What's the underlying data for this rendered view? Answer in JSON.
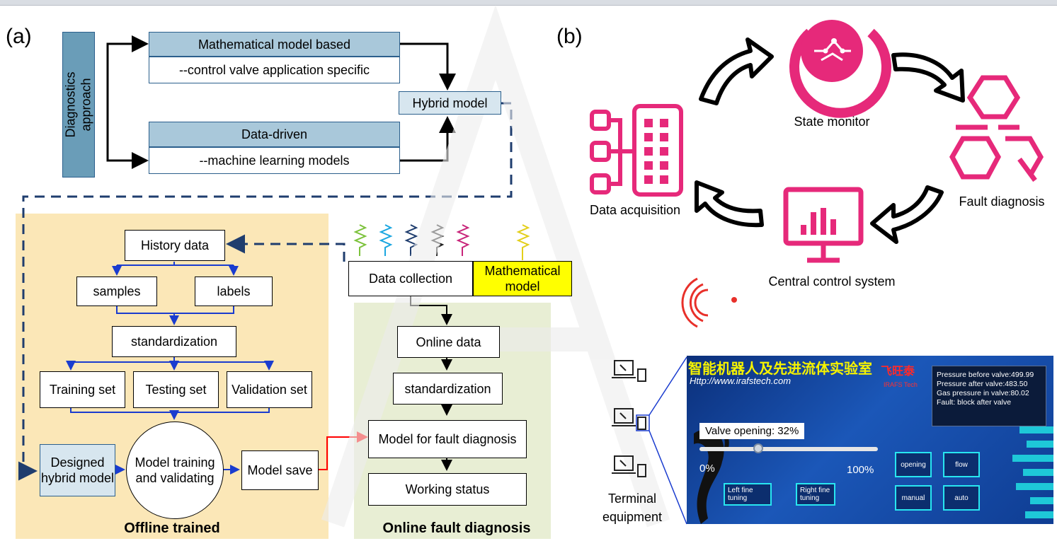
{
  "panels": {
    "a": "(a)",
    "b": "(b)"
  },
  "colors": {
    "blue_box": "#a9c8da",
    "light_blue_box": "#d7e6ef",
    "offline_bg": "#fbe7b7",
    "online_bg": "#e8eed4",
    "yellow": "#ffff00",
    "magenta": "#e6297a",
    "dashed_line": "#1f3d6e",
    "arrow_blue": "#1a3ccf",
    "arrow_red": "#ff0000"
  },
  "approach": {
    "side_label": "Diagnostics approach",
    "math_title": "Mathematical model based",
    "math_sub": "--control valve application specific",
    "hybrid": "Hybrid model",
    "data_title": "Data-driven",
    "data_sub": "--machine learning models"
  },
  "offline": {
    "history": "History data",
    "samples": "samples",
    "labels": "labels",
    "standardization": "standardization",
    "training": "Training set",
    "testing": "Testing set",
    "validation": "Validation set",
    "designed": "Designed hybrid model",
    "model_training": "Model training and validating",
    "model_save": "Model save",
    "caption": "Offline trained"
  },
  "online": {
    "data_collection": "Data collection",
    "math_model": "Mathematical model",
    "online_data": "Online data",
    "standardization": "standardization",
    "fault_model": "Model for fault diagnosis",
    "working_status": "Working status",
    "caption": "Online fault diagnosis"
  },
  "cycle": {
    "state_monitor": "State monitor",
    "fault_diagnosis": "Fault diagnosis",
    "central_control": "Central control system",
    "data_acquisition": "Data acquisition",
    "terminal": "Terminal equipment"
  },
  "ui": {
    "title": "智能机器人及先进流体实验室",
    "title_logo": "飞旺泰",
    "url": "Http://www.irafstech.com",
    "logo_tag": "IRAFS Tech",
    "info": [
      "Pressure before valve:499.99",
      "Pressure after valve:483.50",
      "Gas pressure in valve:80.02",
      "Fault: block after valve"
    ],
    "valve_opening": "Valve opening: 32%",
    "valve_opening_value": 32,
    "min": "0%",
    "max": "100%",
    "buttons": {
      "left": "Left fine tuning",
      "right": "Right fine tuning",
      "opening": "opening",
      "flow": "flow",
      "manual": "manual",
      "auto": "auto"
    }
  }
}
